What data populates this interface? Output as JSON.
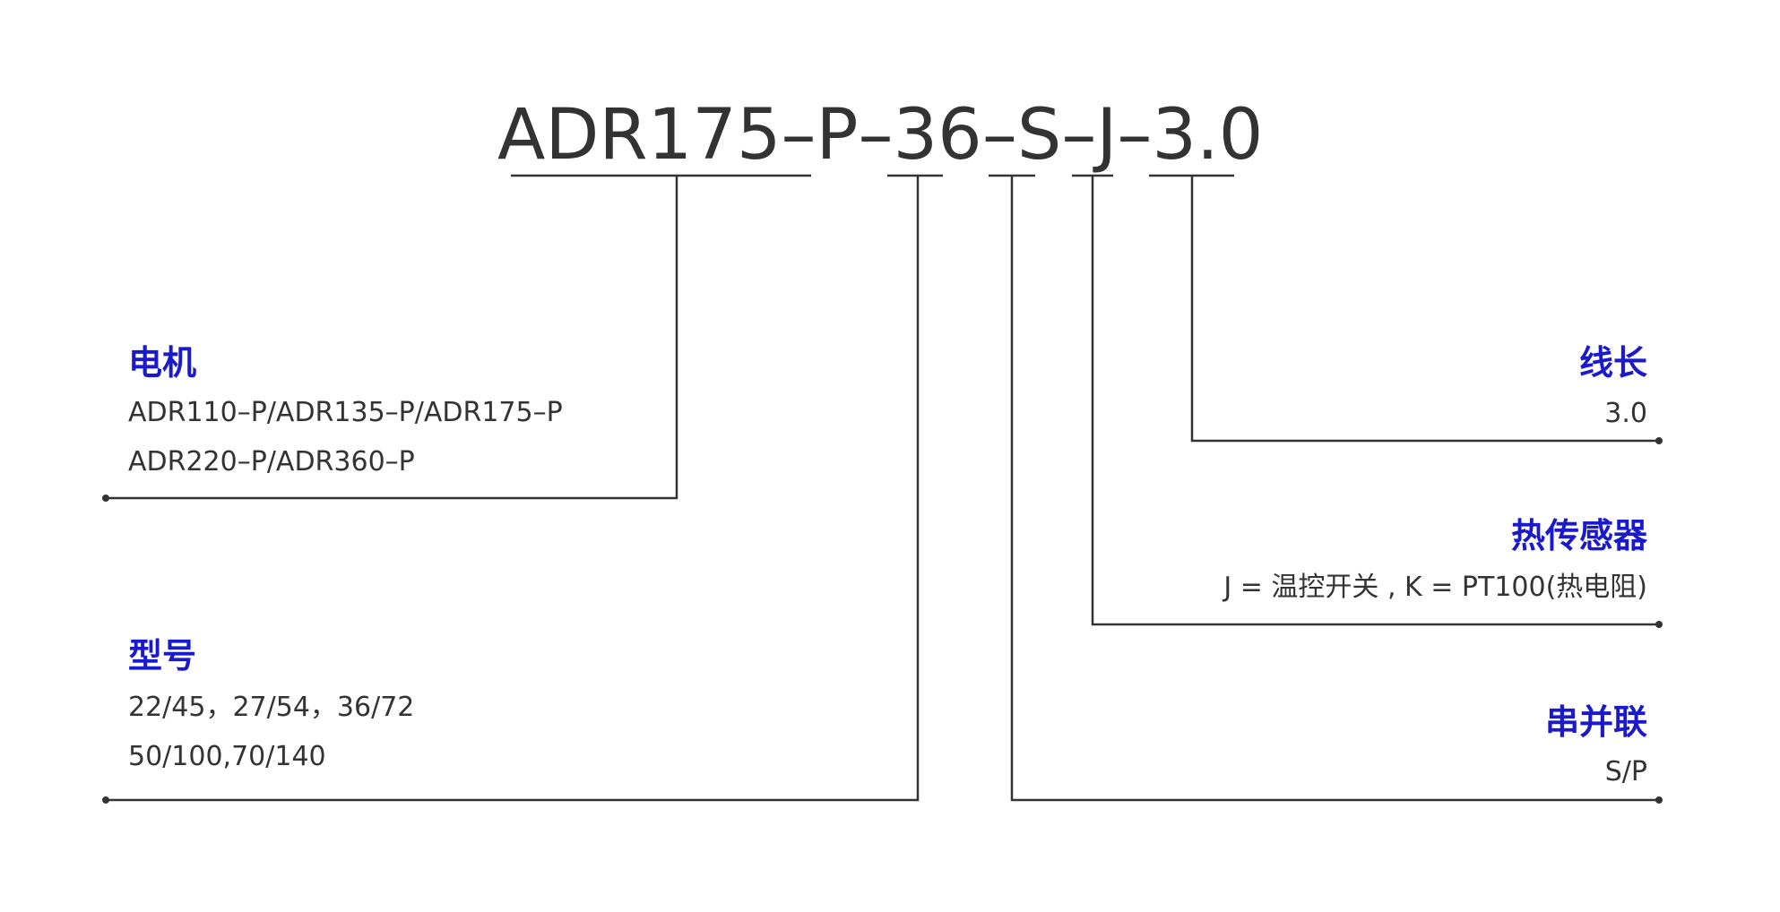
{
  "model_code": {
    "parts": [
      "ADR175",
      "–P–",
      "36",
      "–",
      "S",
      "–",
      "J",
      "–",
      "3.0"
    ]
  },
  "annotations": {
    "motor": {
      "heading": "电机",
      "lines": [
        "ADR110–P/ADR135–P/ADR175–P",
        "ADR220–P/ADR360–P"
      ]
    },
    "type": {
      "heading": "型号",
      "lines": [
        "22/45，27/54，36/72",
        "50/100,70/140"
      ]
    },
    "cable_length": {
      "heading": "线长",
      "lines": [
        "3.0"
      ]
    },
    "thermal_sensor": {
      "heading": "热传感器",
      "lines": [
        "J = 温控开关 , K = PT100(热电阻)"
      ]
    },
    "series_parallel": {
      "heading": "串并联",
      "lines": [
        "S/P"
      ]
    }
  },
  "colors": {
    "heading": "#1a1acc",
    "text": "#333333",
    "line": "#333333",
    "background": "#ffffff"
  }
}
